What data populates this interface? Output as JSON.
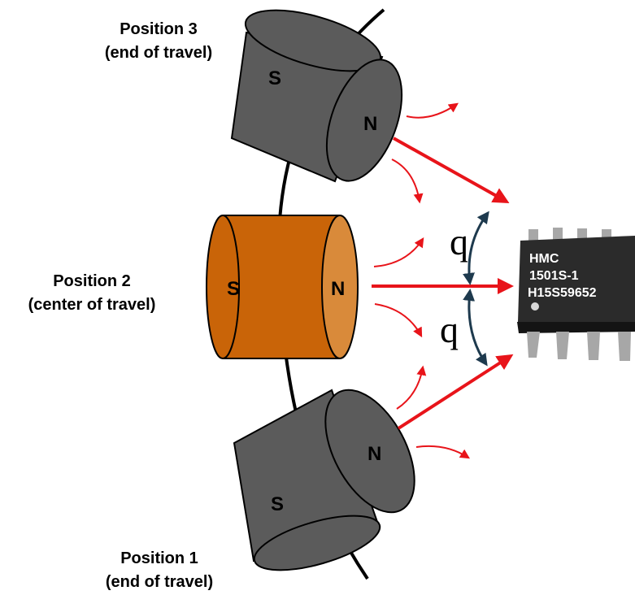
{
  "positions": {
    "p3": {
      "line1": "Position 3",
      "line2": "(end of travel)"
    },
    "p2": {
      "line1": "Position 2",
      "line2": "(center of travel)"
    },
    "p1": {
      "line1": "Position 1",
      "line2": "(end of travel)"
    }
  },
  "magnets": {
    "p3": {
      "south": "S",
      "north": "N"
    },
    "p2": {
      "south": "S",
      "north": "N"
    },
    "p1": {
      "south": "S",
      "north": "N"
    }
  },
  "angles": {
    "upper": "q",
    "lower": "q"
  },
  "chip": {
    "line1": "HMC",
    "line2": "1501S-1",
    "line3": "H15S59652"
  },
  "colors": {
    "field_arrow": "#e8141a",
    "magnet_end": "#5b5b5b",
    "magnet_center": "#c96408",
    "magnet_center_face": "#d98a3a",
    "angle_arc": "#1e3a4e",
    "chip_body": "#2b2b2b"
  }
}
